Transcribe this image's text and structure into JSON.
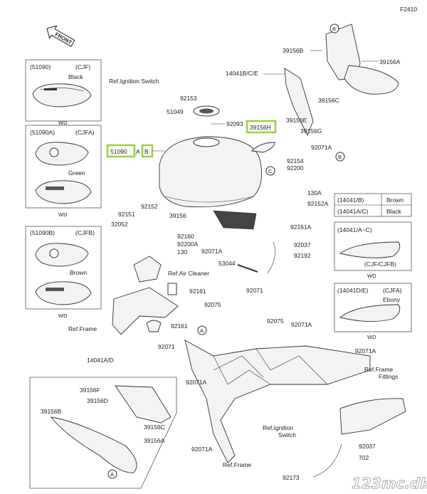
{
  "diagram_code": "F2410",
  "front_label": "FRONT",
  "main_part_number": "51090",
  "ref_A": "A",
  "ref_B": "B",
  "ref_C": "C",
  "watermark": "123mc.dk",
  "labels": {
    "ref_ignition_switch": "Ref.Ignition Switch",
    "p92153": "92153",
    "p51049": "51049",
    "p92093": "92093",
    "p39156H": "39156H",
    "p92154": "92154",
    "p92200": "92200",
    "p92071A_1": "92071A",
    "p130A": "130A",
    "p92152A": "92152A",
    "p92152": "92152",
    "p92151": "92151",
    "p39156": "39156",
    "p32052": "32052",
    "p92160": "92160",
    "p92200A": "92200A",
    "p130": "130",
    "p92071A_2": "92071A",
    "p53044": "53044",
    "p92161A": "92161A",
    "p92037_1": "92037",
    "p92192": "92192",
    "ref_air_cleaner": "Ref.Air Cleaner",
    "p92161_1": "92161",
    "p92161_2": "92161",
    "ref_frame_1": "Ref.Frame",
    "p92075_1": "92075",
    "p92071_1": "92071",
    "p92075_2": "92075",
    "p92071A_3": "92071A",
    "p92071_2": "92071",
    "p92071A_4": "92071A",
    "p92071A_5": "92071A",
    "ref_frame_fittings_1": "Ref.Frame",
    "ref_frame_fittings_2": "Fittings",
    "p92071A_6": "92071A",
    "ref_ignition_switch_2a": "Ref.Ignition",
    "ref_ignition_switch_2b": "Switch",
    "p92173": "92173",
    "ref_frame_2": "Ref.Frame",
    "p92037_2": "92037",
    "p702": "702",
    "p14041BCE": "14041B/C/E",
    "p39156B": "39156B",
    "p39156A": "39156A",
    "p39156C_1": "39156C",
    "p39156E": "39156E",
    "p39156G": "39156G",
    "p14041AD": "14041A/D",
    "p39156F": "39156F",
    "p39156D": "39156D",
    "p39156B_2": "39156B",
    "p39156C_2": "39156C",
    "p39156A_2": "39156A"
  },
  "variants_left": [
    {
      "code": "(51090)",
      "model": "(CJF)",
      "color": "Black",
      "wd": "WD"
    },
    {
      "code": "(51090A)",
      "model": "(CJFA)",
      "color": "Green",
      "wd": "WD"
    },
    {
      "code": "(51090B)",
      "model": "(CJFB)",
      "color": "Brown",
      "wd": "WD"
    }
  ],
  "color_table": [
    {
      "part": "(14041/B)",
      "color": "Brown"
    },
    {
      "part": "(14041A/C)",
      "color": "Black"
    }
  ],
  "variants_right": [
    {
      "code": "(14041/A~C)",
      "model": "(CJF/CJFB)",
      "color": "",
      "wd": "WD"
    },
    {
      "code": "(14041D/E)",
      "model": "(CJFA)",
      "color": "Ebony",
      "wd": "WD"
    }
  ]
}
